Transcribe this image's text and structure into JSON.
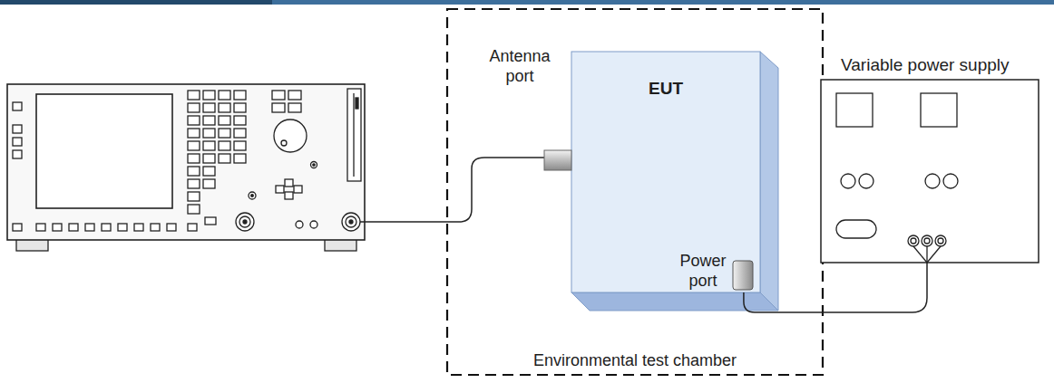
{
  "diagram": {
    "nodes": [
      {
        "text": [
          "Environmental test chamber"
        ]
      },
      {
        "text": [
          "EUT"
        ],
        "in": 0
      },
      {
        "text": [
          "Variable power supply"
        ]
      }
    ],
    "edges": [
      {
        "from": 1,
        "to": 2,
        "arrow": "none"
      }
    ],
    "labels": [
      "Antenna port",
      "Power port"
    ]
  }
}
